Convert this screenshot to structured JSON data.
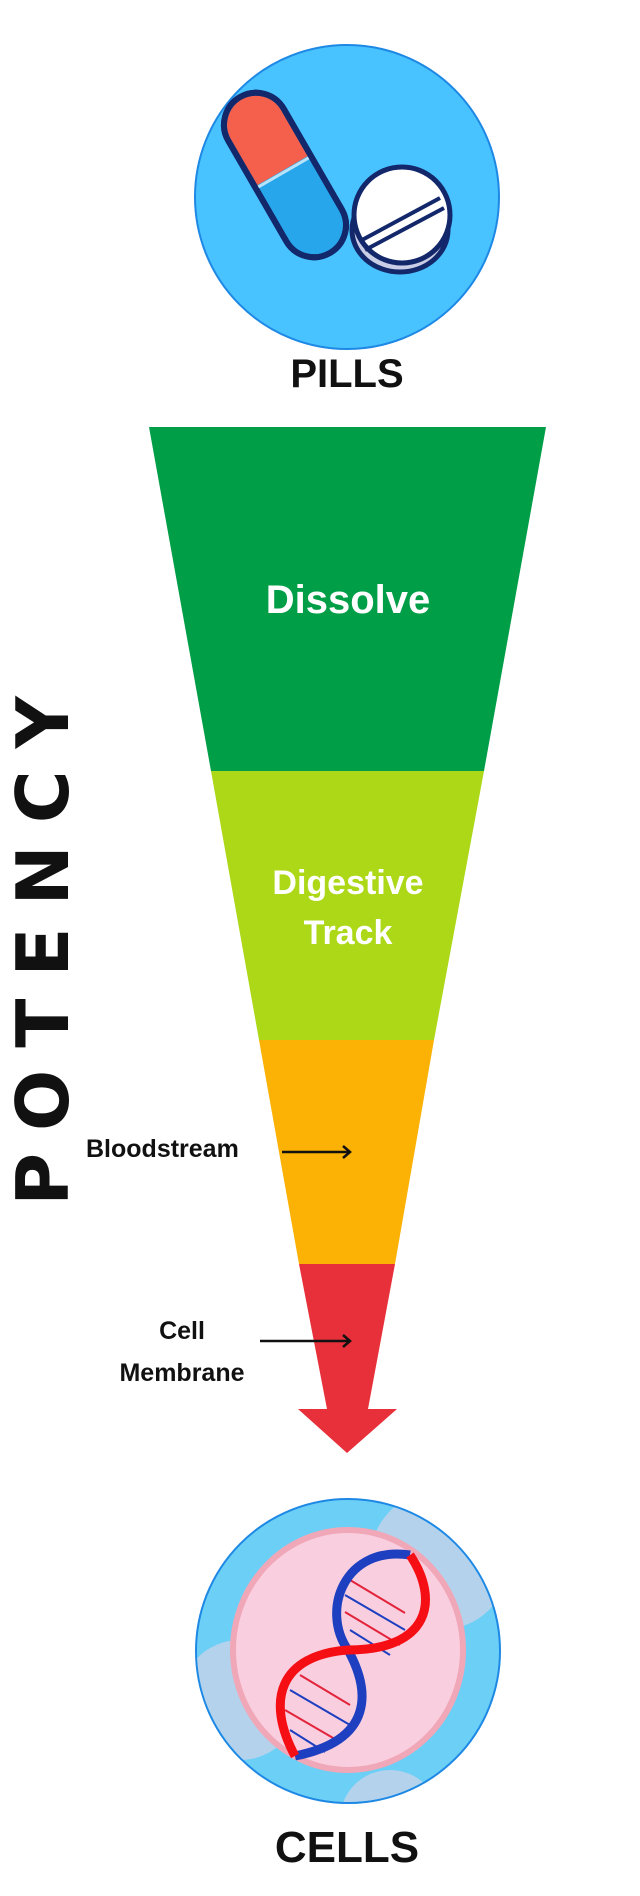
{
  "top": {
    "label": "PILLS",
    "icon": "pills-icon"
  },
  "bottom": {
    "label": "CELLS",
    "icon": "dna-cell-icon"
  },
  "axis_label": "POTENCY",
  "stages": [
    {
      "label_lines": [
        "Dissolve"
      ],
      "color": "#009e47"
    },
    {
      "label_lines": [
        "Digestive",
        "Track"
      ],
      "color": "#acd817"
    },
    {
      "label": "Bloodstream",
      "color": "#fbb204"
    },
    {
      "label_lines": [
        "Cell",
        "Membrane"
      ],
      "color": "#e8303a"
    }
  ],
  "colors": {
    "circle": "#48c3ff",
    "circle_border": "#1e88e5",
    "cell_bg": "#6ccff6",
    "nucleus": "#f9cfe0"
  }
}
